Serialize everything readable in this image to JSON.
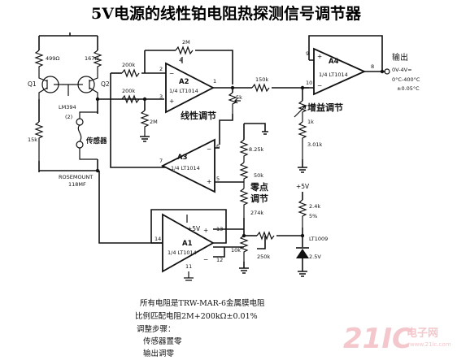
{
  "title": "5V电源的线性铂电阻热探测信号调节器",
  "amplifiers": {
    "a1": {
      "name": "A1",
      "part": "1/4 LT1014",
      "pin_plus": "+",
      "pin_minus": "−",
      "supply": "+5V",
      "pin_in": "14",
      "pin_a": "13",
      "pin_b": "12",
      "pin_c": "11"
    },
    "a2": {
      "name": "A2",
      "part": "1/4 LT1014",
      "pin_plus": "+",
      "pin_minus": "−",
      "pin_a": "2",
      "pin_b": "3",
      "pin_c": "4",
      "pin_d": "1"
    },
    "a3": {
      "name": "A3",
      "part": "1/4 LT1014",
      "pin_plus": "+",
      "pin_minus": "−",
      "pin_a": "6",
      "pin_b": "7",
      "pin_c": "5"
    },
    "a4": {
      "name": "A4",
      "part": "1/4 LT1014",
      "pin_plus": "+",
      "pin_minus": "−",
      "pin_a": "9",
      "pin_b": "10",
      "pin_c": "8"
    }
  },
  "labels": {
    "r499": "499Ω",
    "r167": "167Ω",
    "q1": "Q1",
    "q2": "Q2",
    "pair": "LM394",
    "pair2": "(2)",
    "r15k": "15k",
    "sensor": "传感器",
    "rosemount1": "ROSEMOUNT",
    "rosemount2": "118MF",
    "r2m_top": "2M",
    "r200k_a": "200k",
    "r200k_b": "200k",
    "r2m_mid": "2M",
    "r150k": "150k",
    "r5k": "5k",
    "linear_adj": "线性调节",
    "r825k": "8.25k",
    "r50k": "50k",
    "zero_adj1": "零点",
    "zero_adj2": "调节",
    "r274k": "274k",
    "r10k": "10k",
    "r250k": "250k",
    "gain_adj": "增益调节",
    "r1k": "1k",
    "r301k": "3.01k",
    "vplus5": "+5V",
    "r24k": "2.4k",
    "r5pct": "5%",
    "ref_part": "LT1009",
    "ref_v": "2.5V",
    "out_title": "输出",
    "out_range": "0V-4V=",
    "out_temp": "0°C-400°C",
    "out_acc": "±0.05°C"
  },
  "notes": {
    "line1": "所有电阻是TRW-MAR-6金属膜电阻",
    "line2": "比例匹配电阻2M+200kΩ±0.01%",
    "line3": "调整步骤：",
    "line4": "传感器置零",
    "line5": "输出调零"
  },
  "watermark": {
    "brand": "21IC",
    "cn": "电子网",
    "url": "www.21ic.com"
  }
}
